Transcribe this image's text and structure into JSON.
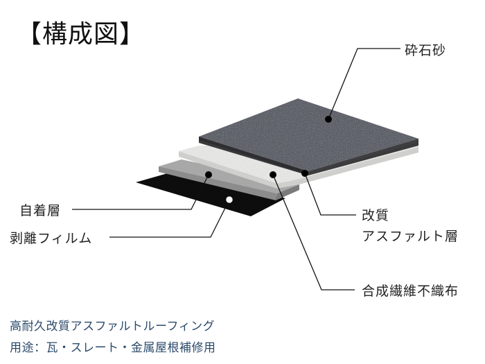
{
  "title": "【構成図】",
  "layers": {
    "crushed_stone": "砕石砂",
    "modified_asphalt_line1": "改質",
    "modified_asphalt_line2": "アスファルト層",
    "nonwoven": "合成繊維不織布",
    "adhesive": "自着層",
    "release_film": "剥離フィルム"
  },
  "footer": {
    "product": "高耐久改質アスファルトルーフィング",
    "usage": "用途：瓦・スレート・金属屋根補修用"
  },
  "colors": {
    "stone_top": "#5d6068",
    "stone_edge": "#3a3a3c",
    "nonwoven": "#e4e4e2",
    "asphalt_gray": "#a3a3a3",
    "film_black": "#0d0d0d",
    "footer_text": "#2b4a6b"
  }
}
